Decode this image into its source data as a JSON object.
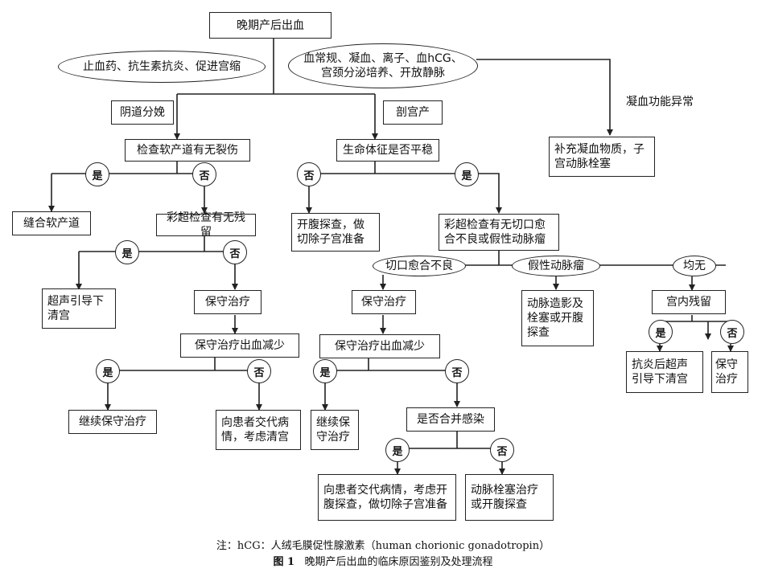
{
  "nodes": {
    "root": "晚期产后出血",
    "oval_left": "止血药、抗生素抗炎、促进宫缩",
    "oval_right": "血常规、凝血、离子、血hCG、宫颈分泌培养、开放静脉",
    "vaginal": "阴道分娩",
    "cesarean": "剖宫产",
    "coag_abnormal": "凝血功能异常",
    "coag_treat": "补充凝血物质，子宫动脉栓塞",
    "check_tear": "检查软产道有无裂伤",
    "vital": "生命体征是否平稳",
    "suture": "缝合软产道",
    "us_residual": "彩超检查有无残留",
    "lap_unstable": "开腹探查，做切除子宫准备",
    "us_incision": "彩超检查有无切口愈合不良或假性动脉瘤",
    "us_curettage": "超声引导下清宫",
    "conservative_l": "保守治疗",
    "bleed_less_l": "保守治疗出血减少",
    "continue_l": "继续保守治疗",
    "inform_l": "向患者交代病情，考虑清宫",
    "poor_healing": "切口愈合不良",
    "pseudo": "假性动脉瘤",
    "neither": "均无",
    "conservative_m": "保守治疗",
    "embol_angio": "动脉造影及栓塞或开腹探查",
    "intra_residual": "宫内残留",
    "bleed_less_m": "保守治疗出血减少",
    "continue_m": "继续保守治疗",
    "infection": "是否合并感染",
    "inform_m": "向患者交代病情，考虑开腹探查，做切除子宫准备",
    "embol_lap": "动脉栓塞治疗或开腹探查",
    "anti_us": "抗炎后超声引导下清宫",
    "conservative_r": "保守治疗"
  },
  "yes": "是",
  "no": "否",
  "note": "注：hCG：人绒毛膜促性腺激素（human chorionic gonadotropin）",
  "caption_label": "图 1",
  "caption_text": "晚期产后出血的临床原因鉴别及处理流程"
}
